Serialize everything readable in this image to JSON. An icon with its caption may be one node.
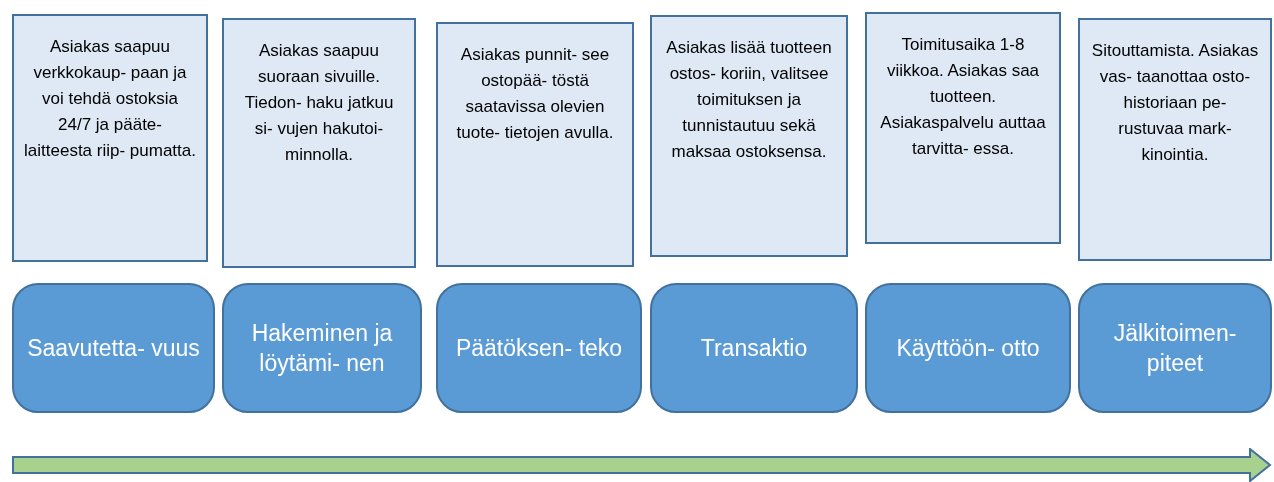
{
  "diagram": {
    "nodes": [
      {
        "text": [
          "Asiakas saapuu verkkokaup- paan ja voi tehdä ostoksia 24/7 ja pääte- laitteesta riip- pumatta."
        ]
      },
      {
        "text": [
          "Asiakas saapuu suoraan sivuille. Tiedon- haku jatkuu si- vujen hakutoi- minnolla."
        ]
      },
      {
        "text": [
          "Asiakas punnit- see ostopää- töstä saatavissa olevien tuote- tietojen avulla."
        ]
      },
      {
        "text": [
          "Asiakas lisää tuotteen ostos- koriin, valitsee toimituksen ja tunnistautuu sekä maksaa ostoksensa."
        ]
      },
      {
        "text": [
          "Toimitusaika 1-8 viikkoa. Asiakas saa tuotteen. Asiakaspalvelu auttaa tarvitta- essa."
        ]
      },
      {
        "text": [
          "Sitouttamista. Asiakas vas- taanottaa osto- historiaan pe- rustuvaa mark- kinointia."
        ]
      },
      {
        "text": [
          "Saavutetta- vuus"
        ]
      },
      {
        "text": [
          "Hakeminen ja löytämi- nen"
        ]
      },
      {
        "text": [
          "Päätöksen- teko"
        ]
      },
      {
        "text": [
          "Transaktio"
        ]
      },
      {
        "text": [
          "Käyttöön- otto"
        ]
      },
      {
        "text": [
          "Jälkitoimen- piteet"
        ]
      }
    ]
  }
}
